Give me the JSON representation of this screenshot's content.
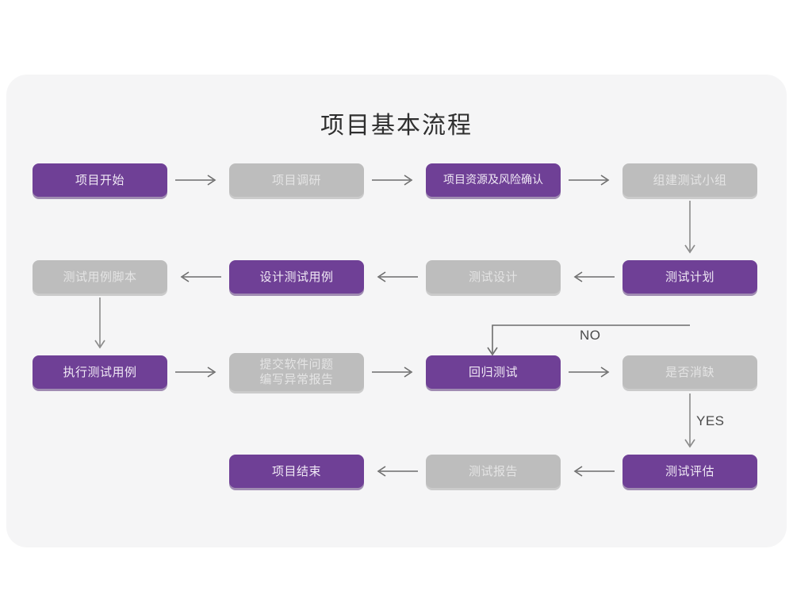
{
  "diagram": {
    "title": "项目基本流程",
    "colors": {
      "purple": "#6F4096",
      "gray": "#BDBDBD",
      "card_bg": "#F5F5F6",
      "page_bg": "#FFFFFF",
      "connector": "#6D6D6D",
      "title_text": "#2F2F2F"
    },
    "nodes": [
      {
        "id": "n1",
        "label": "项目开始",
        "style": "purple",
        "row": 1,
        "col": 1
      },
      {
        "id": "n2",
        "label": "项目调研",
        "style": "gray",
        "row": 1,
        "col": 2
      },
      {
        "id": "n3",
        "label": "项目资源及风险确认",
        "style": "purple",
        "row": 1,
        "col": 3
      },
      {
        "id": "n4",
        "label": "组建测试小组",
        "style": "gray",
        "row": 1,
        "col": 4
      },
      {
        "id": "n5",
        "label": "测试用例脚本",
        "style": "gray",
        "row": 2,
        "col": 1
      },
      {
        "id": "n6",
        "label": "设计测试用例",
        "style": "purple",
        "row": 2,
        "col": 2
      },
      {
        "id": "n7",
        "label": "测试设计",
        "style": "gray",
        "row": 2,
        "col": 3
      },
      {
        "id": "n8",
        "label": "测试计划",
        "style": "purple",
        "row": 2,
        "col": 4
      },
      {
        "id": "n9",
        "label": "执行测试用例",
        "style": "purple",
        "row": 3,
        "col": 1
      },
      {
        "id": "n10",
        "label": "提交软件问题\n编写异常报告",
        "style": "gray",
        "row": 3,
        "col": 2
      },
      {
        "id": "n11",
        "label": "回归测试",
        "style": "purple",
        "row": 3,
        "col": 3
      },
      {
        "id": "n12",
        "label": "是否消缺",
        "style": "gray",
        "row": 3,
        "col": 4
      },
      {
        "id": "n13",
        "label": "项目结束",
        "style": "purple",
        "row": 4,
        "col": 2
      },
      {
        "id": "n14",
        "label": "测试报告",
        "style": "gray",
        "row": 4,
        "col": 3
      },
      {
        "id": "n15",
        "label": "测试评估",
        "style": "purple",
        "row": 4,
        "col": 4
      }
    ],
    "branch_labels": {
      "no": "NO",
      "yes": "YES"
    }
  }
}
